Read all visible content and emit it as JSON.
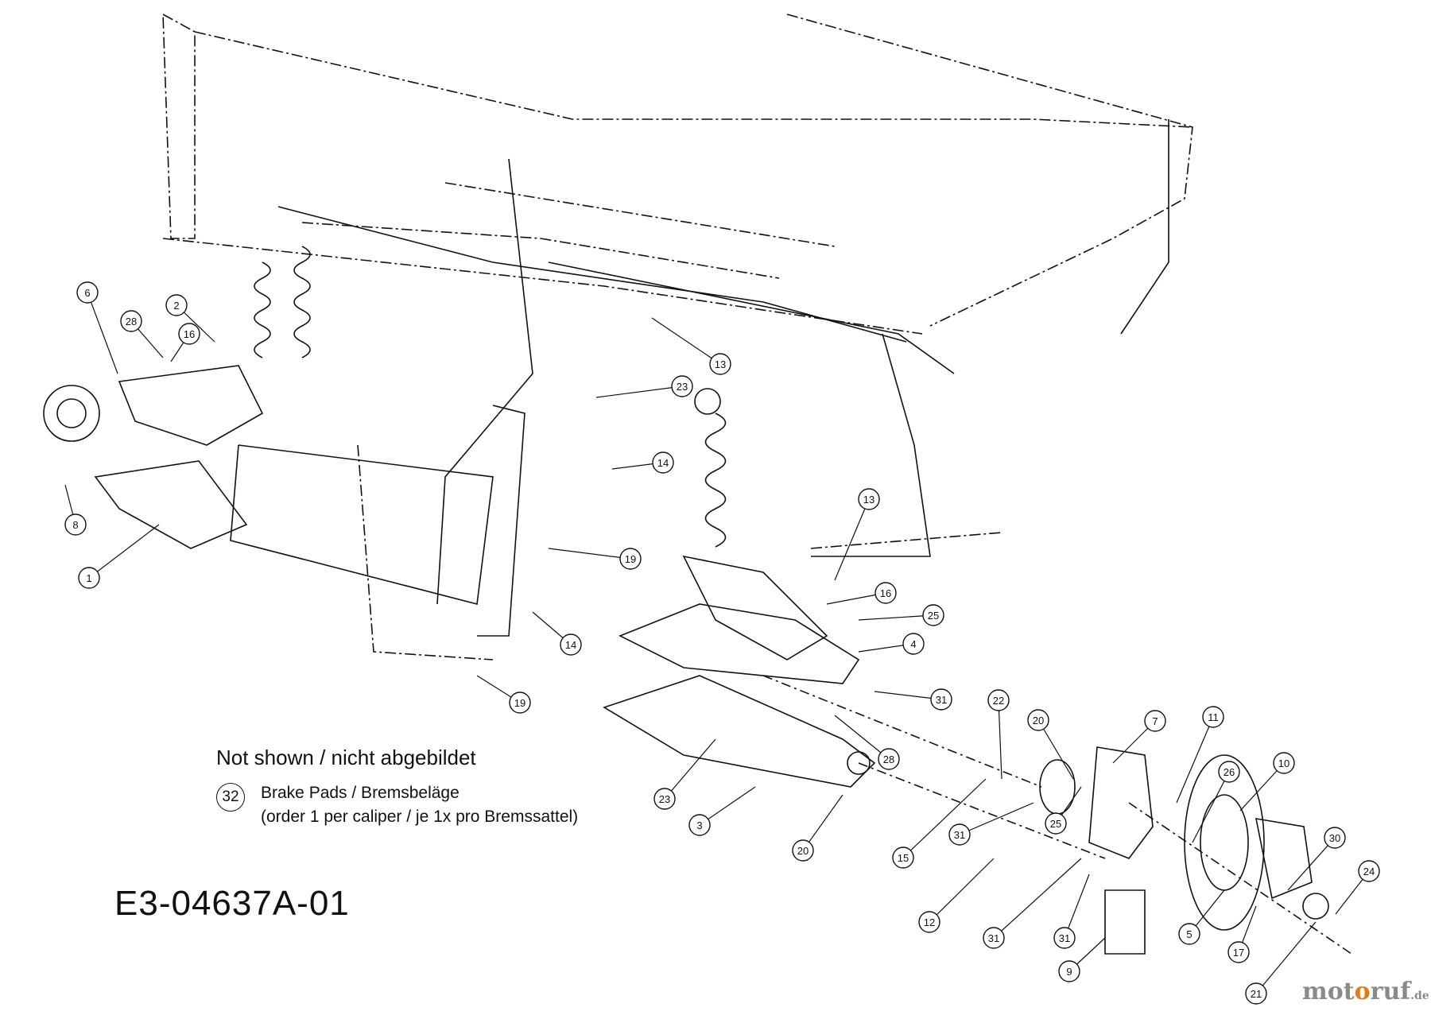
{
  "drawing": {
    "id": "E3-04637A-01",
    "not_shown_title": "Not shown / nicht abgebildet",
    "not_shown_items": [
      {
        "number": "32",
        "line1": "Brake Pads / Bremsbeläge",
        "line2": "(order 1 per caliper / je 1x pro Bremssattel)"
      }
    ]
  },
  "callouts": [
    {
      "label": "6"
    },
    {
      "label": "2"
    },
    {
      "label": "28"
    },
    {
      "label": "16"
    },
    {
      "label": "8"
    },
    {
      "label": "1"
    },
    {
      "label": "13"
    },
    {
      "label": "23"
    },
    {
      "label": "14"
    },
    {
      "label": "19"
    },
    {
      "label": "13"
    },
    {
      "label": "16"
    },
    {
      "label": "25"
    },
    {
      "label": "4"
    },
    {
      "label": "14"
    },
    {
      "label": "19"
    },
    {
      "label": "31"
    },
    {
      "label": "28"
    },
    {
      "label": "23"
    },
    {
      "label": "3"
    },
    {
      "label": "20"
    },
    {
      "label": "22"
    },
    {
      "label": "20"
    },
    {
      "label": "7"
    },
    {
      "label": "11"
    },
    {
      "label": "26"
    },
    {
      "label": "10"
    },
    {
      "label": "15"
    },
    {
      "label": "31"
    },
    {
      "label": "25"
    },
    {
      "label": "30"
    },
    {
      "label": "24"
    },
    {
      "label": "12"
    },
    {
      "label": "31"
    },
    {
      "label": "31"
    },
    {
      "label": "5"
    },
    {
      "label": "17"
    },
    {
      "label": "9"
    },
    {
      "label": "21"
    }
  ],
  "watermark": {
    "prefix": "mot",
    "o": "o",
    "suffix": "ruf",
    "tld": ".de"
  },
  "colors": {
    "line": "#111111",
    "watermark_grey": "#8a8a8a",
    "watermark_orange": "#e07a1a"
  }
}
